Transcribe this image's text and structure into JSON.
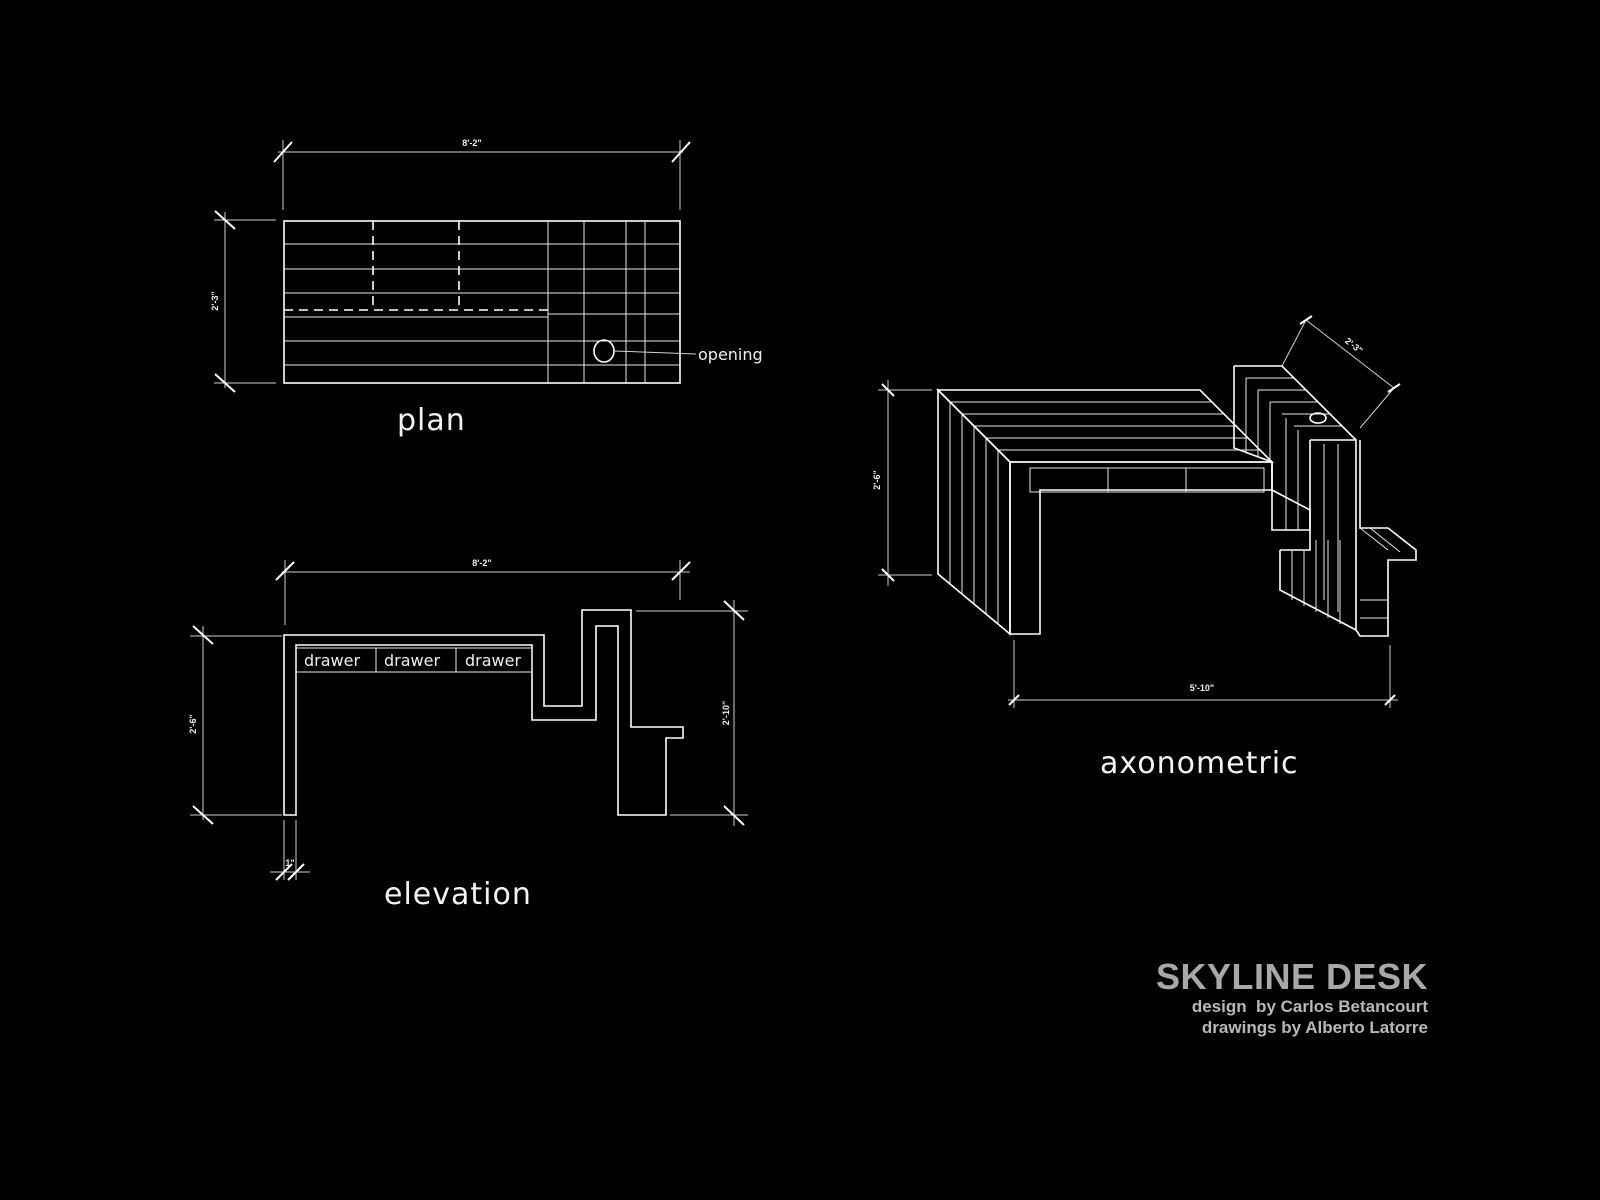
{
  "views": {
    "plan": {
      "label": "plan",
      "width_dim": "8'-2\"",
      "depth_dim": "2'-3\"",
      "callout": "opening"
    },
    "elevation": {
      "label": "elevation",
      "width_dim": "8'-2\"",
      "height_dim": "2'-6\"",
      "right_height_dim": "2'-10\"",
      "bottom_dim": "1\"",
      "drawers": [
        "drawer",
        "drawer",
        "drawer"
      ]
    },
    "axonometric": {
      "label": "axonometric",
      "height_dim": "2'-6\"",
      "depth_dim": "2'-3\"",
      "width_dim": "5'-10\""
    }
  },
  "title_block": {
    "title": "SKYLINE DESK",
    "designer": "design  by Carlos Betancourt",
    "drafter": "drawings by Alberto Latorre"
  }
}
